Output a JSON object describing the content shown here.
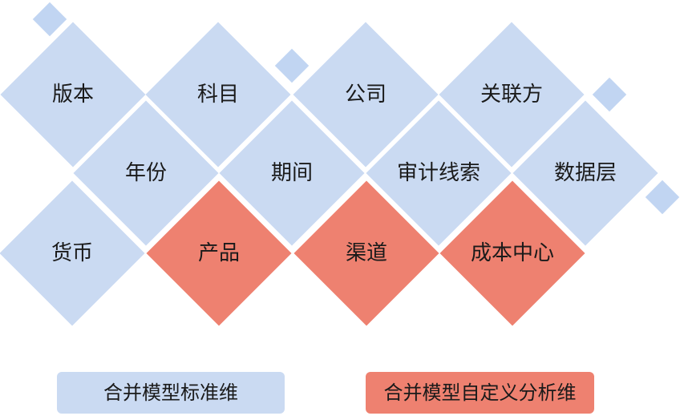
{
  "diagram": {
    "diamonds": [
      {
        "label": "版本",
        "kind": "standard"
      },
      {
        "label": "科目",
        "kind": "standard"
      },
      {
        "label": "公司",
        "kind": "standard"
      },
      {
        "label": "关联方",
        "kind": "standard"
      },
      {
        "label": "年份",
        "kind": "standard"
      },
      {
        "label": "期间",
        "kind": "standard"
      },
      {
        "label": "审计线索",
        "kind": "standard"
      },
      {
        "label": "数据层",
        "kind": "standard"
      },
      {
        "label": "货币",
        "kind": "standard"
      },
      {
        "label": "产品",
        "kind": "custom"
      },
      {
        "label": "渠道",
        "kind": "custom"
      },
      {
        "label": "成本中心",
        "kind": "custom"
      }
    ]
  },
  "legend": {
    "standard_label": "合并模型标准维",
    "custom_label": "合并模型自定义分析维"
  },
  "colors": {
    "standard": "#cadaf2",
    "custom": "#ee8170"
  }
}
